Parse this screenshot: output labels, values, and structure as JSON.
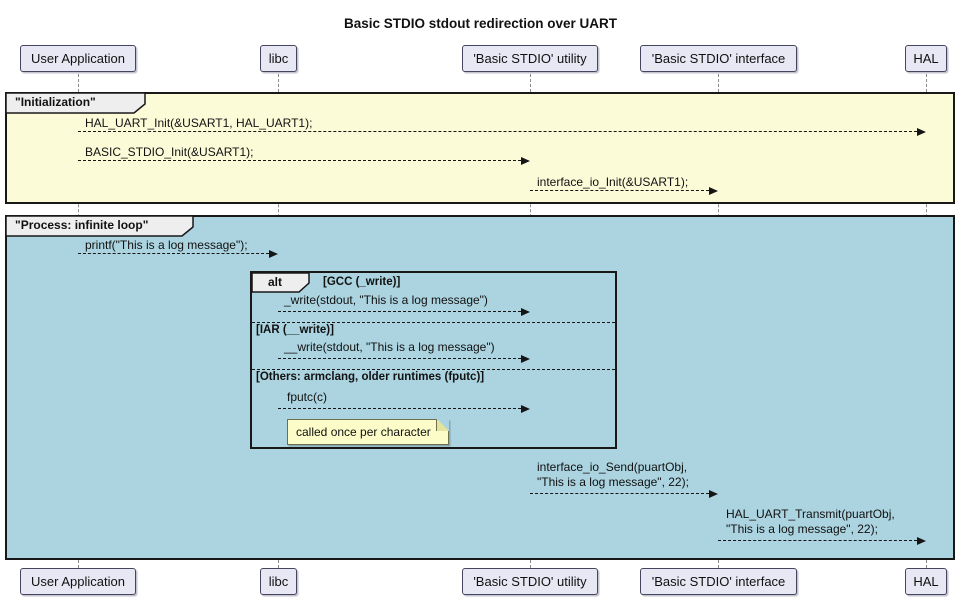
{
  "title": "Basic STDIO stdout redirection over UART",
  "colors": {
    "init_frame_bg": "#FCFBD8",
    "process_frame_bg": "#ABD4E0",
    "participant_bg": "#E8E8F5",
    "note_bg": "#FCFCC8",
    "frame_border": "#181818",
    "label_pentagon_bg": "#EEEEEE"
  },
  "participants": [
    {
      "label": "User Application"
    },
    {
      "label": "libc"
    },
    {
      "label": "'Basic STDIO' utility"
    },
    {
      "label": "'Basic STDIO' interface"
    },
    {
      "label": "HAL"
    }
  ],
  "frames": [
    {
      "label": "\"Initialization\""
    },
    {
      "label": "\"Process: infinite loop\""
    }
  ],
  "messages": [
    {
      "text": "HAL_UART_Init(&USART1, HAL_UART1);",
      "from": "User Application",
      "to": "HAL"
    },
    {
      "text": "BASIC_STDIO_Init(&USART1);",
      "from": "User Application",
      "to": "'Basic STDIO' utility"
    },
    {
      "text": "interface_io_Init(&USART1);",
      "from": "'Basic STDIO' utility",
      "to": "'Basic STDIO' interface"
    },
    {
      "text": "printf(\"This is a log message\");",
      "from": "User Application",
      "to": "libc"
    },
    {
      "text": "_write(stdout, \"This is a log message\")",
      "from": "libc",
      "to": "'Basic STDIO' utility"
    },
    {
      "text": "__write(stdout, \"This is a log message\")",
      "from": "libc",
      "to": "'Basic STDIO' utility"
    },
    {
      "text": "fputc(c)",
      "from": "libc",
      "to": "'Basic STDIO' utility"
    },
    {
      "text": "interface_io_Send(puartObj,",
      "text2": "\"This is a log message\", 22);",
      "from": "'Basic STDIO' utility",
      "to": "'Basic STDIO' interface"
    },
    {
      "text": "HAL_UART_Transmit(puartObj,",
      "text2": "\"This is a log message\", 22);",
      "from": "'Basic STDIO' interface",
      "to": "HAL"
    }
  ],
  "alt": {
    "label": "alt",
    "sections": [
      {
        "condition": "[GCC (_write)]"
      },
      {
        "condition": "[IAR (__write)]"
      },
      {
        "condition": "[Others: armclang, older runtimes (fputc)]"
      }
    ],
    "note": "called once per character"
  }
}
